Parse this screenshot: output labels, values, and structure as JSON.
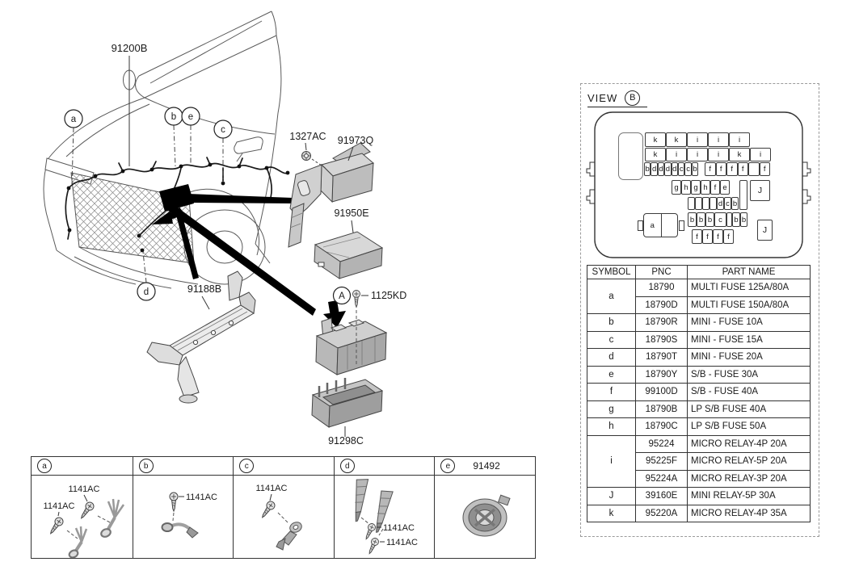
{
  "diagram": {
    "harness_label": "91200B",
    "bracket_label": "91188B",
    "nut_label": "1327AC",
    "cover_bracket_label": "91973Q",
    "upper_cover_label": "91950E",
    "bolt_label": "1125KD",
    "lower_cover_label": "91298C",
    "section_ref": "A",
    "callouts": {
      "a": "a",
      "b": "b",
      "c": "c",
      "d": "d",
      "e": "e"
    }
  },
  "fastener_strip": {
    "cells": [
      {
        "ref": "a",
        "labels": [
          "1141AC",
          "1141AC"
        ]
      },
      {
        "ref": "b",
        "labels": [
          "1141AC"
        ]
      },
      {
        "ref": "c",
        "labels": [
          "1141AC"
        ]
      },
      {
        "ref": "d",
        "labels": [
          "1141AC",
          "1141AC"
        ]
      },
      {
        "ref": "e",
        "part_number": "91492",
        "labels": []
      }
    ]
  },
  "view_panel": {
    "title": "VIEW",
    "view_ref": "B",
    "fuse_panel": {
      "rows": {
        "r1": [
          "k",
          "k",
          "i",
          "i",
          "i"
        ],
        "r2": [
          "k",
          "i",
          "i",
          "i",
          "k",
          "i"
        ],
        "r3a": [
          "b",
          "d",
          "d",
          "d",
          "d",
          "c",
          "c",
          "b"
        ],
        "r3b": [
          "f",
          "f",
          "f",
          "f",
          "",
          "f"
        ],
        "r4": [
          "g",
          "h",
          "g",
          "h",
          "f",
          "e"
        ],
        "r5": [
          "",
          "",
          "",
          "",
          "d",
          "c",
          "b"
        ],
        "r6": [
          "b",
          "b",
          "b",
          "c",
          "",
          "b",
          "b"
        ],
        "r7": [
          "f",
          "f",
          "f",
          "f"
        ]
      },
      "relay_large": "J",
      "relay_small": "J",
      "multifuse": "a"
    },
    "symbol_table": {
      "headers": [
        "SYMBOL",
        "PNC",
        "PART NAME"
      ],
      "groups": [
        {
          "symbol": "a",
          "rows": [
            {
              "pnc": "18790",
              "name": "MULTI FUSE 125A/80A"
            },
            {
              "pnc": "18790D",
              "name": "MULTI FUSE 150A/80A"
            }
          ]
        },
        {
          "symbol": "b",
          "rows": [
            {
              "pnc": "18790R",
              "name": "MINI - FUSE 10A"
            }
          ]
        },
        {
          "symbol": "c",
          "rows": [
            {
              "pnc": "18790S",
              "name": "MINI - FUSE 15A"
            }
          ]
        },
        {
          "symbol": "d",
          "rows": [
            {
              "pnc": "18790T",
              "name": "MINI - FUSE 20A"
            }
          ]
        },
        {
          "symbol": "e",
          "rows": [
            {
              "pnc": "18790Y",
              "name": "S/B - FUSE 30A"
            }
          ]
        },
        {
          "symbol": "f",
          "rows": [
            {
              "pnc": "99100D",
              "name": "S/B - FUSE 40A"
            }
          ]
        },
        {
          "symbol": "g",
          "rows": [
            {
              "pnc": "18790B",
              "name": "LP S/B FUSE 40A"
            }
          ]
        },
        {
          "symbol": "h",
          "rows": [
            {
              "pnc": "18790C",
              "name": "LP S/B FUSE 50A"
            }
          ]
        },
        {
          "symbol": "i",
          "rows": [
            {
              "pnc": "95224",
              "name": "MICRO RELAY-4P 20A"
            },
            {
              "pnc": "95225F",
              "name": "MICRO RELAY-5P 20A"
            },
            {
              "pnc": "95224A",
              "name": "MICRO RELAY-3P 20A"
            }
          ]
        },
        {
          "symbol": "J",
          "rows": [
            {
              "pnc": "39160E",
              "name": "MINI RELAY-5P 30A"
            }
          ]
        },
        {
          "symbol": "k",
          "rows": [
            {
              "pnc": "95220A",
              "name": "MICRO RELAY-4P 35A"
            }
          ]
        }
      ]
    }
  },
  "colors": {
    "line": "#444444",
    "arrow": "#000000",
    "part_fill": "#c9c9c9",
    "part_fill_dark": "#a8a8a8",
    "part_fill_light": "#e2e2e2"
  }
}
